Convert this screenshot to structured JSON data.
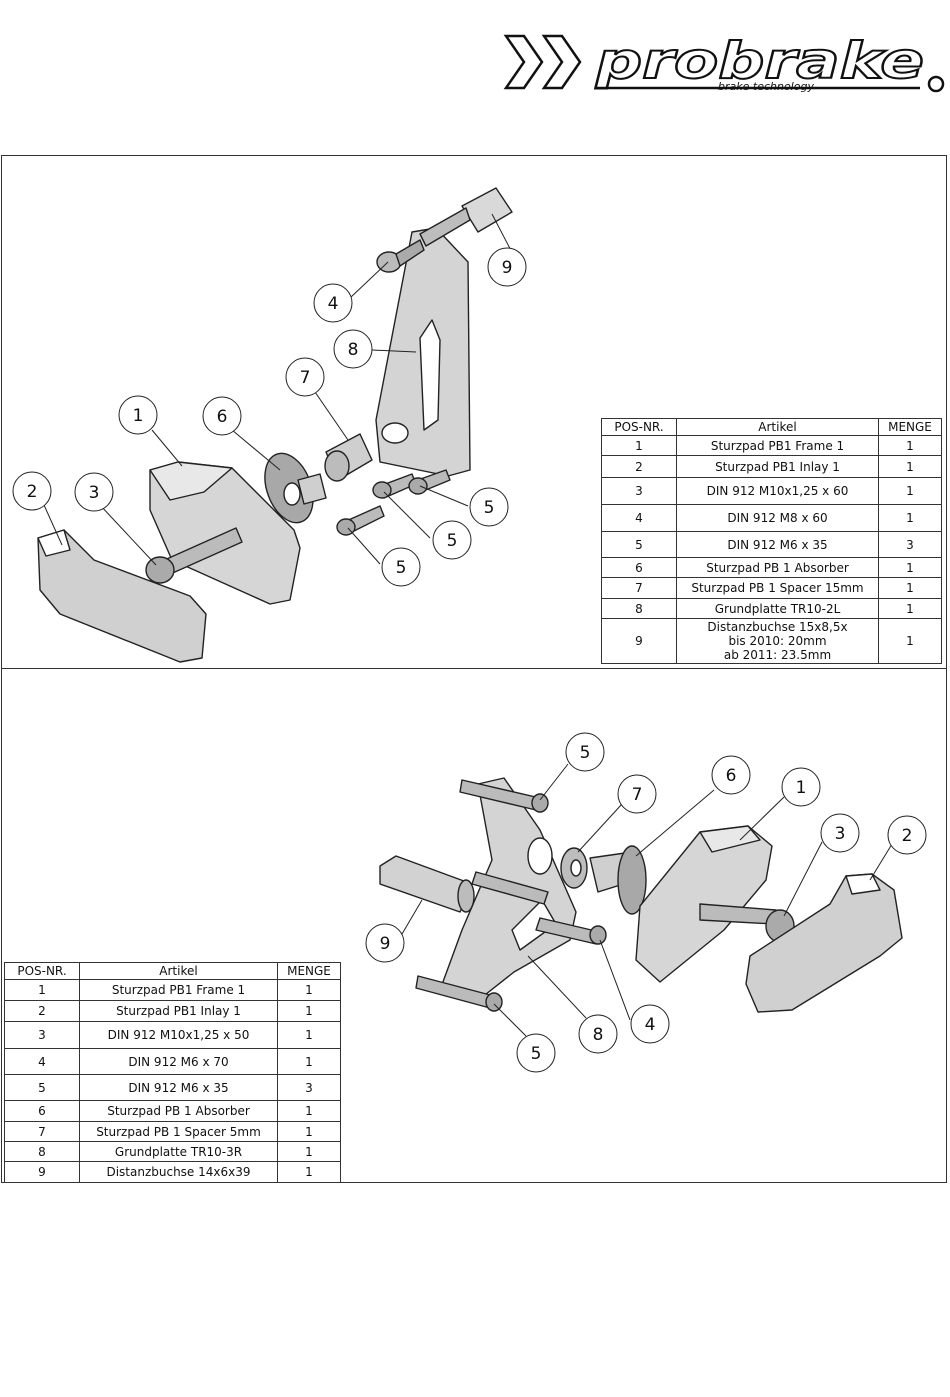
{
  "logo": {
    "brand": "probrake",
    "tagline": "brake technology"
  },
  "colors": {
    "line": "#222222",
    "part_fill": "#d4d4d4",
    "part_dark": "#9a9a9a"
  },
  "top_assembly": {
    "callouts": [
      "1",
      "2",
      "3",
      "4",
      "5",
      "5",
      "5",
      "6",
      "7",
      "8",
      "9"
    ],
    "table": {
      "headers": [
        "POS-NR.",
        "Artikel",
        "MENGE"
      ],
      "rows": [
        {
          "pos": "1",
          "artikel": "Sturzpad PB1 Frame 1",
          "menge": "1"
        },
        {
          "pos": "2",
          "artikel": "Sturzpad PB1 Inlay 1",
          "menge": "1"
        },
        {
          "pos": "3",
          "artikel": "DIN 912 M10x1,25 x 60",
          "menge": "1"
        },
        {
          "pos": "4",
          "artikel": "DIN 912 M8 x 60",
          "menge": "1"
        },
        {
          "pos": "5",
          "artikel": "DIN 912 M6 x 35",
          "menge": "3"
        },
        {
          "pos": "6",
          "artikel": "Sturzpad PB 1 Absorber",
          "menge": "1"
        },
        {
          "pos": "7",
          "artikel": "Sturzpad PB 1 Spacer 15mm",
          "menge": "1"
        },
        {
          "pos": "8",
          "artikel": "Grundplatte TR10-2L",
          "menge": "1"
        },
        {
          "pos": "9",
          "artikel_lines": [
            "Distanzbuchse 15x8,5x",
            "bis 2010: 20mm",
            "ab 2011: 23.5mm"
          ],
          "menge": "1"
        }
      ]
    }
  },
  "bottom_assembly": {
    "callouts": [
      "1",
      "2",
      "3",
      "4",
      "5",
      "5",
      "6",
      "7",
      "8",
      "9"
    ],
    "table": {
      "headers": [
        "POS-NR.",
        "Artikel",
        "MENGE"
      ],
      "rows": [
        {
          "pos": "1",
          "artikel": "Sturzpad PB1 Frame 1",
          "menge": "1"
        },
        {
          "pos": "2",
          "artikel": "Sturzpad PB1 Inlay 1",
          "menge": "1"
        },
        {
          "pos": "3",
          "artikel": "DIN 912 M10x1,25 x 50",
          "menge": "1"
        },
        {
          "pos": "4",
          "artikel": "DIN 912 M6 x 70",
          "menge": "1"
        },
        {
          "pos": "5",
          "artikel": "DIN 912 M6 x 35",
          "menge": "3"
        },
        {
          "pos": "6",
          "artikel": "Sturzpad PB 1 Absorber",
          "menge": "1"
        },
        {
          "pos": "7",
          "artikel": "Sturzpad PB 1 Spacer 5mm",
          "menge": "1"
        },
        {
          "pos": "8",
          "artikel": "Grundplatte TR10-3R",
          "menge": "1"
        },
        {
          "pos": "9",
          "artikel": "Distanzbuchse 14x6x39",
          "menge": "1"
        }
      ]
    }
  }
}
